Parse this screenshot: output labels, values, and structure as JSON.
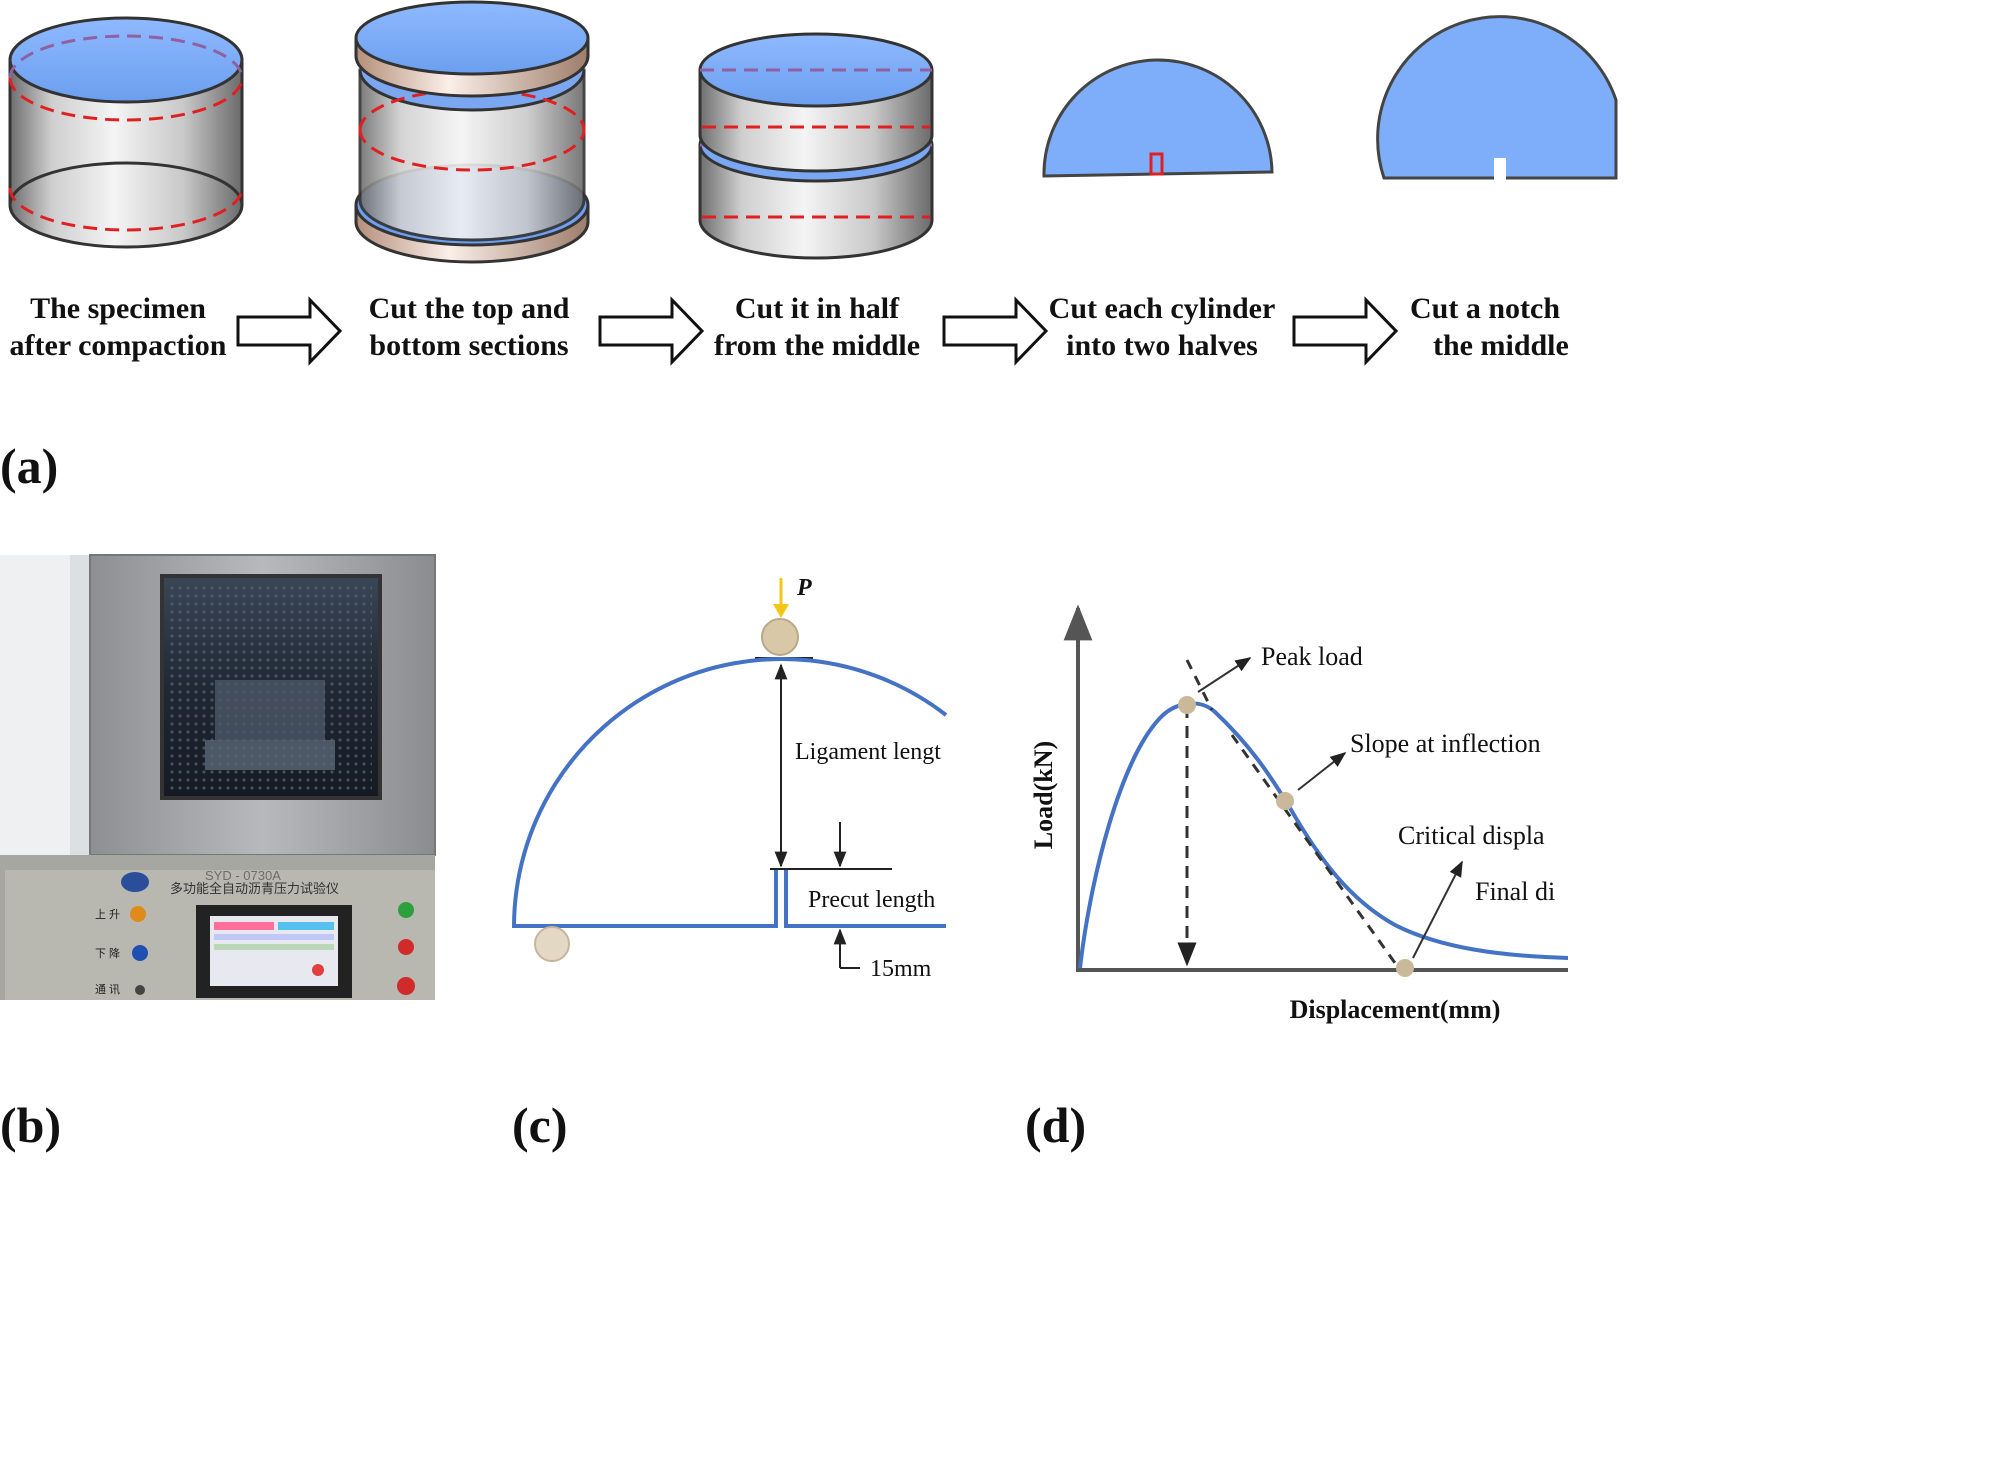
{
  "panel_a": {
    "label": "(a)",
    "steps": [
      {
        "line1": "The specimen",
        "line2": "after compaction"
      },
      {
        "line1": "Cut the top and",
        "line2": "bottom sections"
      },
      {
        "line1": "Cut it in half",
        "line2": "from the middle"
      },
      {
        "line1": "Cut each cylinder",
        "line2": "into two halves"
      },
      {
        "line1": "Cut a notch",
        "line2": "the middle"
      }
    ]
  },
  "panel_b": {
    "label": "(b)",
    "machine_model": "SYD - 0730A",
    "machine_name": "多功能全自动沥青压力试验仪",
    "buttons": [
      "上 升",
      "下 降",
      "通 讯"
    ]
  },
  "panel_c": {
    "label": "(c)",
    "load_symbol": "P",
    "ligament_label": "Ligament lengt",
    "precut_label": "Precut length",
    "notch_depth": "15mm"
  },
  "panel_d": {
    "label": "(d)",
    "ylabel": "Load(kN)",
    "xlabel": "Displacement(mm)",
    "annotations": {
      "peak": "Peak load",
      "slope": "Slope at inflection",
      "critical": "Critical displa",
      "final": "Final di"
    }
  },
  "colors": {
    "specimen_blue": "#7eaefa",
    "curve_blue": "#4472c4",
    "cut_red": "#e02020",
    "roller": "#d8c8a8",
    "arrow_yellow": "#f5c518"
  }
}
